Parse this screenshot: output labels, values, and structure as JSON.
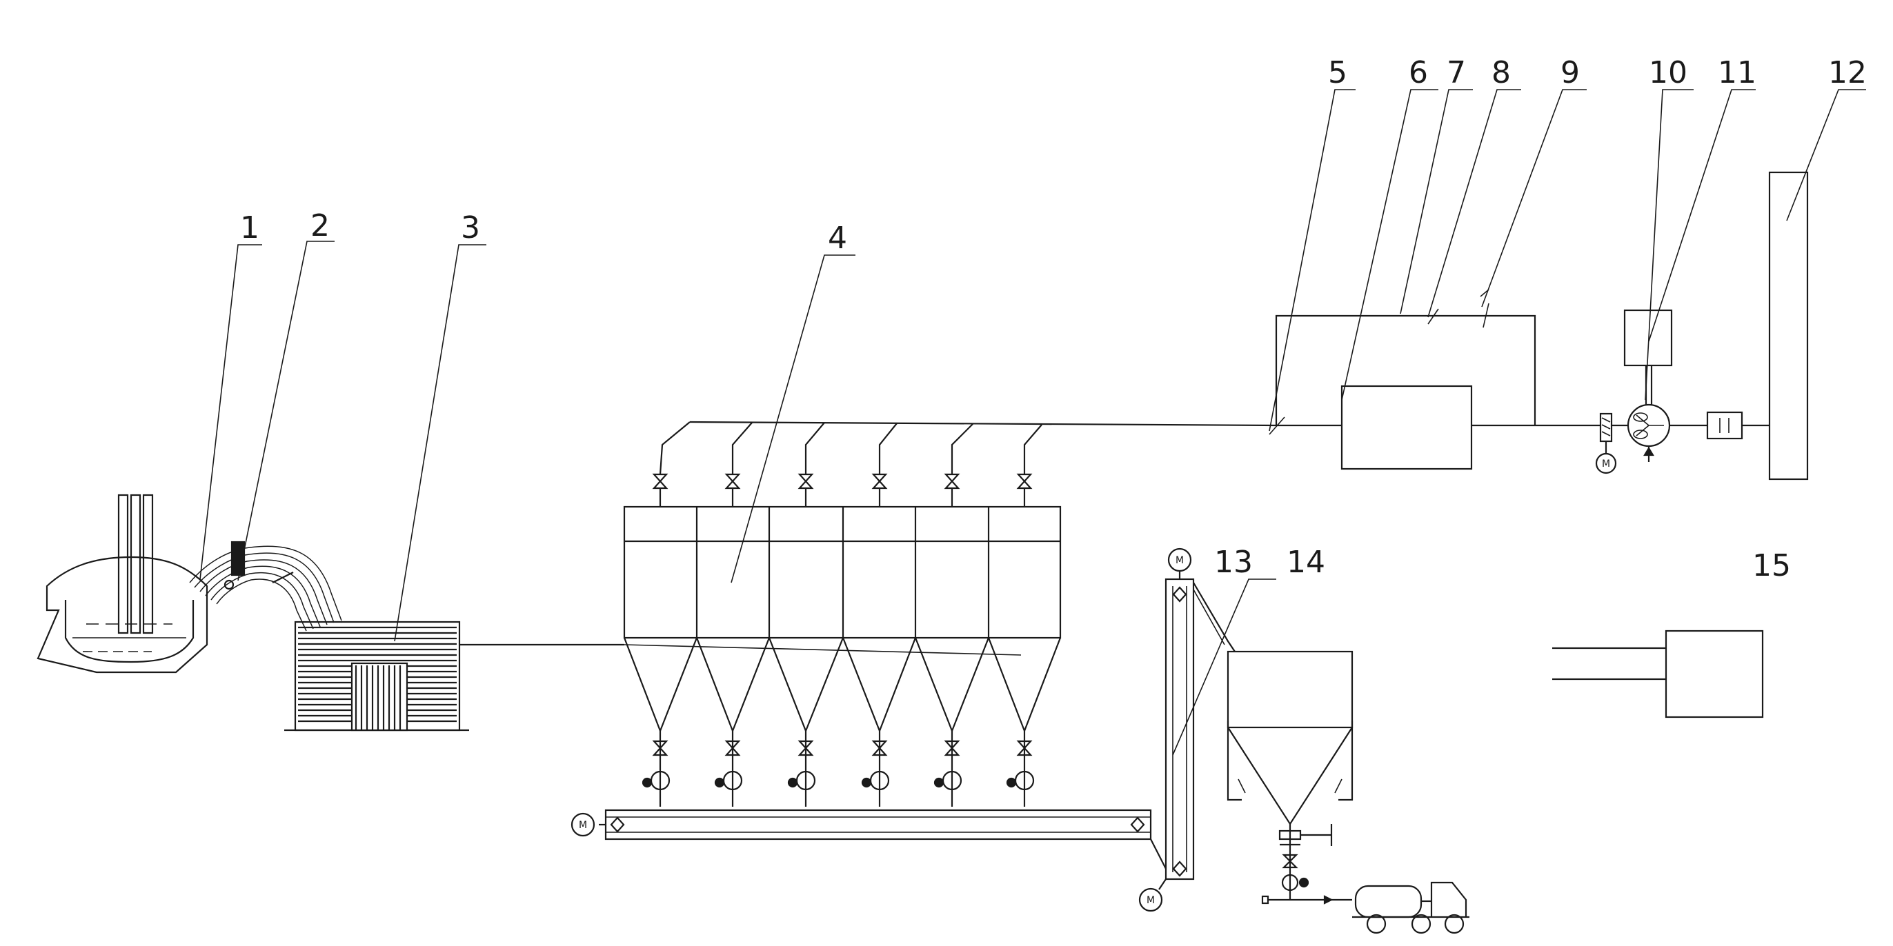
{
  "labels": {
    "l1": "1",
    "l2": "2",
    "l3": "3",
    "l4": "4",
    "l5": "5",
    "l6": "6",
    "l7": "7",
    "l8": "8",
    "l9": "9",
    "l10": "10",
    "l11": "11",
    "l12": "12",
    "l13": "13",
    "l14": "14",
    "l15": "15"
  },
  "motor_symbol": "M",
  "colors": {
    "line": "#1a1a1a",
    "background": "#ffffff"
  }
}
